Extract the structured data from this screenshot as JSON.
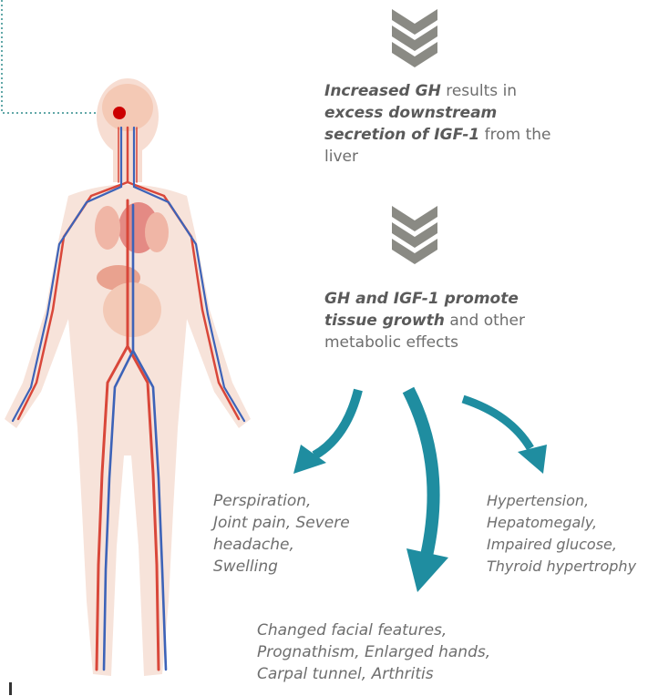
{
  "step1": {
    "bold1": "Increased GH",
    "plain1": " results in",
    "bold2": "excess downstream",
    "bold3": "secretion of IGF-1",
    "plain2": " from the",
    "plain3": "liver"
  },
  "step2": {
    "bold1": "GH and IGF-1 promote",
    "bold2": "tissue growth",
    "plain1": " and other",
    "plain2": "metabolic effects"
  },
  "effects": {
    "left": [
      "Perspiration,",
      "Joint pain, Severe",
      "headache,",
      "Swelling"
    ],
    "right": [
      "Hypertension,",
      "Hepatomegaly,",
      "Impaired glucose,",
      "Thyroid hypertrophy"
    ],
    "bottom": [
      "Changed facial features,",
      "Prognathism, Enlarged hands,",
      "Carpal tunnel, Arthritis"
    ]
  },
  "colors": {
    "arrow_teal": "#1f8da0",
    "chevron_gray": "#8a8a84",
    "artery_red": "#d9473a",
    "vein_blue": "#3d63b8",
    "pituitary_dot": "#cc0000"
  }
}
